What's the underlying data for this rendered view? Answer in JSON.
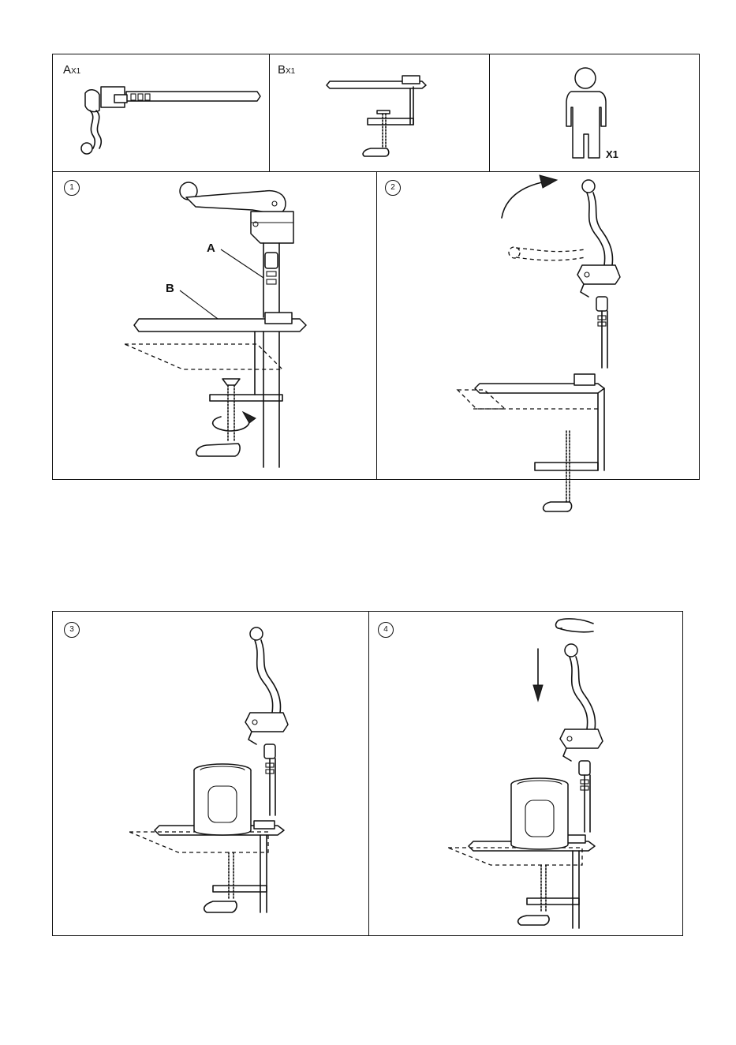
{
  "parts": {
    "a": {
      "letter": "A",
      "qty": "X1"
    },
    "b": {
      "letter": "B",
      "qty": "X1"
    },
    "person": {
      "qty": "X1"
    }
  },
  "steps": [
    {
      "number": "1",
      "callout_a": "A",
      "callout_b": "B"
    },
    {
      "number": "2"
    },
    {
      "number": "3"
    },
    {
      "number": "4"
    }
  ]
}
